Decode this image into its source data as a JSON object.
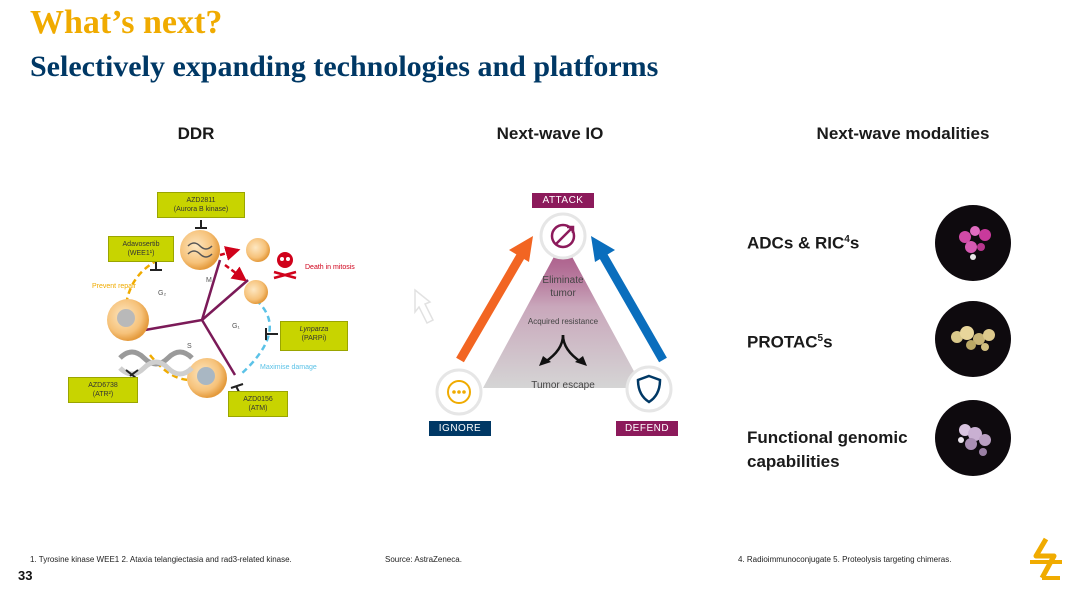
{
  "header": {
    "title": "What’s next?",
    "subtitle": "Selectively expanding technologies and platforms"
  },
  "columns": {
    "ddr": "DDR",
    "io": "Next-wave IO",
    "modalities": "Next-wave modalities"
  },
  "ddr": {
    "tag_azd2811_l1": "AZD2811",
    "tag_azd2811_l2": "(Aurora B kinase)",
    "tag_adavosertib_l1": "Adavosertib",
    "tag_adavosertib_l2": "(WEE1¹)",
    "tag_lynparza_l1": "Lynparza",
    "tag_lynparza_l2": "(PARPi)",
    "tag_azd6738_l1": "AZD6738",
    "tag_azd6738_l2": "(ATR²)",
    "tag_azd0156_l1": "AZD0156",
    "tag_azd0156_l2": "(ATM)",
    "label_prevent_repair": "Prevent repair",
    "label_death": "Death in mitosis",
    "label_maximise": "Maximise damage",
    "phase_m": "M",
    "phase_g2": "G₂",
    "phase_g1": "G₁",
    "phase_s": "S",
    "colors": {
      "tag": "#c8d400",
      "repair": "#f0ab00",
      "damage": "#5bc2e7",
      "death": "#d0021b",
      "arms": "#7b1a58"
    }
  },
  "io": {
    "attack": "ATTACK",
    "ignore": "IGNORE",
    "defend": "DEFEND",
    "eliminate_l1": "Eliminate",
    "eliminate_l2": "tumor",
    "acquired": "Acquired resistance",
    "escape": "Tumor escape",
    "colors": {
      "attack": "#8c1a5b",
      "ignore": "#003865",
      "defend": "#8c1a5b",
      "left_arrow": "#f26522",
      "right_arrow": "#0a6ebd"
    },
    "icons": [
      "arrow-target-icon",
      "dots-bubble-icon",
      "shield-icon"
    ]
  },
  "modalities": [
    {
      "label_l1": "ADCs & RIC",
      "sup": "4",
      "label_tail": "s",
      "icon": "molecule-magenta"
    },
    {
      "label_l1": "PROTAC",
      "sup": "5",
      "label_tail": "s",
      "icon": "molecule-gold"
    },
    {
      "label_l1": "Functional genomic",
      "label_l2": "capabilities",
      "icon": "molecule-lilac"
    }
  ],
  "footer": {
    "note_left": "1. Tyrosine kinase WEE1  2. Ataxia telangiectasia and rad3-related kinase.",
    "source": "Source: AstraZeneca.",
    "note_right": "4. Radioimmunoconjugate  5. Proteolysis targeting chimeras.",
    "page": "33",
    "logo_color": "#f0ab00"
  }
}
